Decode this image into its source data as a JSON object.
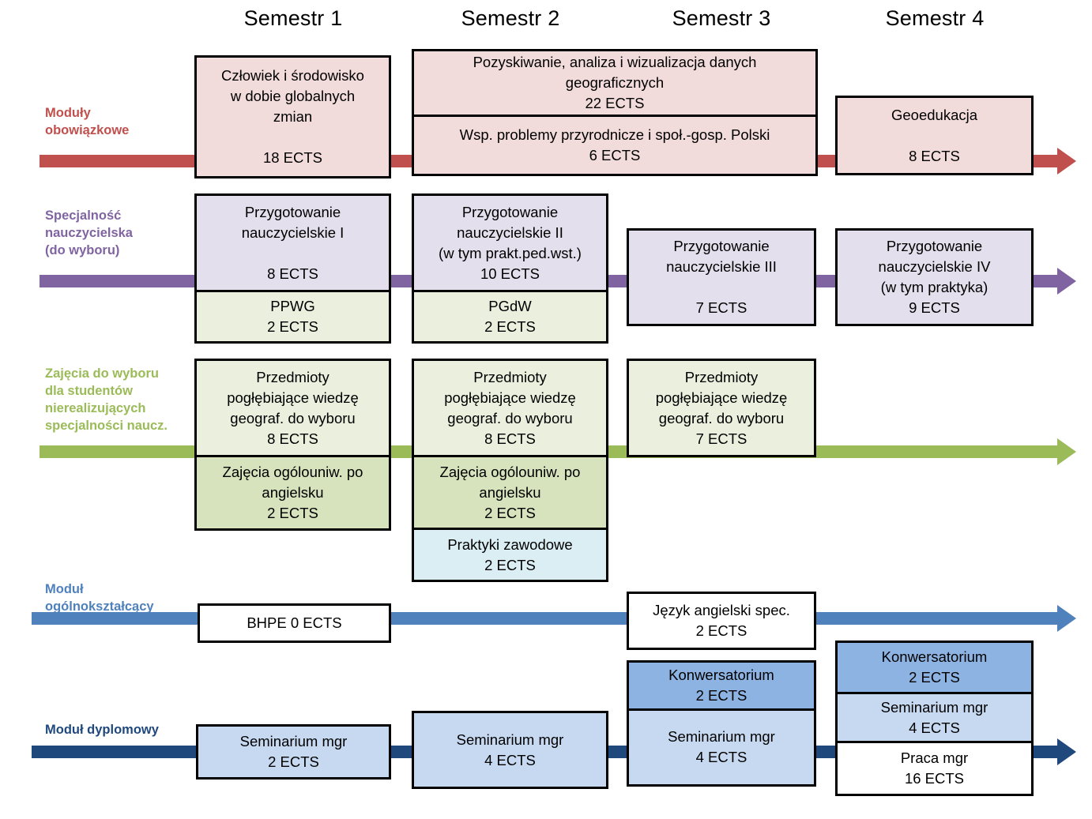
{
  "diagram": {
    "title_language": "pl",
    "column_headers": [
      "Semestr 1",
      "Semestr 2",
      "Semestr 3",
      "Semestr 4"
    ],
    "colors": {
      "obligatory_accent": "#c0504d",
      "obligatory_fill": "#f2dcdb",
      "specialty_accent": "#8064a2",
      "specialty_fill": "#e3dfec",
      "elective_accent": "#9bbb59",
      "elective_fill_light": "#ebf0de",
      "elective_fill_dark": "#d6e3bc",
      "general_accent": "#4f81bd",
      "general_fill": "#ffffff",
      "practice_fill": "#dbeef4",
      "diploma_accent": "#1f497d",
      "diploma_fill_light": "#c6d9f1",
      "diploma_fill_dark": "#8db3e2",
      "box_border": "#000000"
    },
    "rows": [
      {
        "id": "obligatory",
        "label": "Moduły\nobowiązkowe",
        "accent": "#c0504d",
        "items": [
          {
            "semester": 1,
            "title": "Człowiek i środowisko\nw dobie globalnych\nzmian",
            "ects": "18 ECTS"
          },
          {
            "semester": 2,
            "title": "Pozyskiwanie, analiza i wizualizacja danych\ngeograficznych",
            "ects": "22 ECTS"
          },
          {
            "semester": 2,
            "title": "Wsp. problemy przyrodnicze i społ.-gosp. Polski",
            "ects": "6 ECTS"
          },
          {
            "semester": 4,
            "title": "Geoedukacja",
            "ects": "8 ECTS"
          }
        ]
      },
      {
        "id": "specialty",
        "label": "Specjalność\nnauczycielska\n(do wyboru)",
        "accent": "#8064a2",
        "items": [
          {
            "semester": 1,
            "title": "Przygotowanie\nnauczycielskie I",
            "ects": "8 ECTS"
          },
          {
            "semester": 1,
            "title": "PPWG",
            "ects": "2 ECTS"
          },
          {
            "semester": 2,
            "title": "Przygotowanie\nnauczycielskie II\n(w tym prakt.ped.wst.)",
            "ects": "10 ECTS"
          },
          {
            "semester": 2,
            "title": "PGdW",
            "ects": "2 ECTS"
          },
          {
            "semester": 3,
            "title": "Przygotowanie\nnauczycielskie III",
            "ects": "7 ECTS"
          },
          {
            "semester": 4,
            "title": "Przygotowanie\nnauczycielskie IV\n(w tym praktyka)",
            "ects": "9 ECTS"
          }
        ]
      },
      {
        "id": "elective",
        "label": "Zajęcia do wyboru\ndla studentów\nnierealizujących\nspecjalności naucz.",
        "accent": "#9bbb59",
        "items": [
          {
            "semester": 1,
            "title": "Przedmioty\npogłębiające wiedzę\ngeograf. do wyboru",
            "ects": "8 ECTS"
          },
          {
            "semester": 1,
            "title": "Zajęcia ogólouniw. po\nangielsku",
            "ects": "2 ECTS"
          },
          {
            "semester": 2,
            "title": "Przedmioty\npogłębiające wiedzę\ngeograf. do wyboru",
            "ects": "8 ECTS"
          },
          {
            "semester": 2,
            "title": "Zajęcia ogólouniw. po\nangielsku",
            "ects": "2 ECTS"
          },
          {
            "semester": 2,
            "title": "Praktyki zawodowe",
            "ects": "2 ECTS"
          },
          {
            "semester": 3,
            "title": "Przedmioty\npogłębiające wiedzę\ngeograf. do wyboru",
            "ects": "7 ECTS"
          }
        ]
      },
      {
        "id": "general",
        "label": "Moduł\nogólnokształcący",
        "accent": "#4f81bd",
        "items": [
          {
            "semester": 1,
            "title": "BHPE 0 ECTS",
            "ects": ""
          },
          {
            "semester": 3,
            "title": "Język angielski spec.",
            "ects": "2 ECTS"
          }
        ]
      },
      {
        "id": "diploma",
        "label": "Moduł dyplomowy",
        "accent": "#1f497d",
        "items": [
          {
            "semester": 1,
            "title": "Seminarium mgr",
            "ects": "2 ECTS"
          },
          {
            "semester": 2,
            "title": "Seminarium mgr",
            "ects": "4 ECTS"
          },
          {
            "semester": 3,
            "title": "Konwersatorium",
            "ects": "2 ECTS"
          },
          {
            "semester": 3,
            "title": "Seminarium mgr",
            "ects": "4 ECTS"
          },
          {
            "semester": 4,
            "title": "Konwersatorium",
            "ects": "2 ECTS"
          },
          {
            "semester": 4,
            "title": "Seminarium mgr",
            "ects": "4 ECTS"
          },
          {
            "semester": 4,
            "title": "Praca mgr",
            "ects": "16 ECTS"
          }
        ]
      }
    ],
    "boxes": {
      "o_s1": "Człowiek i środowisko\nw dobie globalnych\nzmian\n\n18 ECTS",
      "o_s2a": "Pozyskiwanie, analiza i wizualizacja danych\ngeograficznych\n22 ECTS",
      "o_s2b": "Wsp. problemy przyrodnicze i społ.-gosp. Polski\n6 ECTS",
      "o_s4": "Geoedukacja\n\n8 ECTS",
      "sp_s1a": "Przygotowanie\nnauczycielskie I\n\n8 ECTS",
      "sp_s1b": "PPWG\n2 ECTS",
      "sp_s2a": "Przygotowanie\nnauczycielskie II\n(w tym prakt.ped.wst.)\n10 ECTS",
      "sp_s2b": "PGdW\n2 ECTS",
      "sp_s3": "Przygotowanie\nnauczycielskie III\n\n7 ECTS",
      "sp_s4": "Przygotowanie\nnauczycielskie IV\n(w tym praktyka)\n9 ECTS",
      "el_s1a": "Przedmioty\npogłębiające wiedzę\ngeograf. do wyboru\n8 ECTS",
      "el_s1b": "Zajęcia ogólouniw. po\nangielsku\n2 ECTS",
      "el_s2a": "Przedmioty\npogłębiające wiedzę\ngeograf. do wyboru\n8 ECTS",
      "el_s2b": "Zajęcia ogólouniw. po\nangielsku\n2 ECTS",
      "el_s2c": "Praktyki zawodowe\n2 ECTS",
      "el_s3": "Przedmioty\npogłębiające wiedzę\ngeograf. do wyboru\n7 ECTS",
      "ge_s1": "BHPE 0 ECTS",
      "ge_s3": "Język angielski spec.\n2 ECTS",
      "dp_s1": "Seminarium mgr\n2 ECTS",
      "dp_s2": "Seminarium mgr\n4 ECTS",
      "dp_s3a": "Konwersatorium\n2 ECTS",
      "dp_s3b": "Seminarium mgr\n4 ECTS",
      "dp_s4a": "Konwersatorium\n2 ECTS",
      "dp_s4b": "Seminarium mgr\n4 ECTS",
      "dp_s4c": "Praca mgr\n16 ECTS"
    }
  }
}
